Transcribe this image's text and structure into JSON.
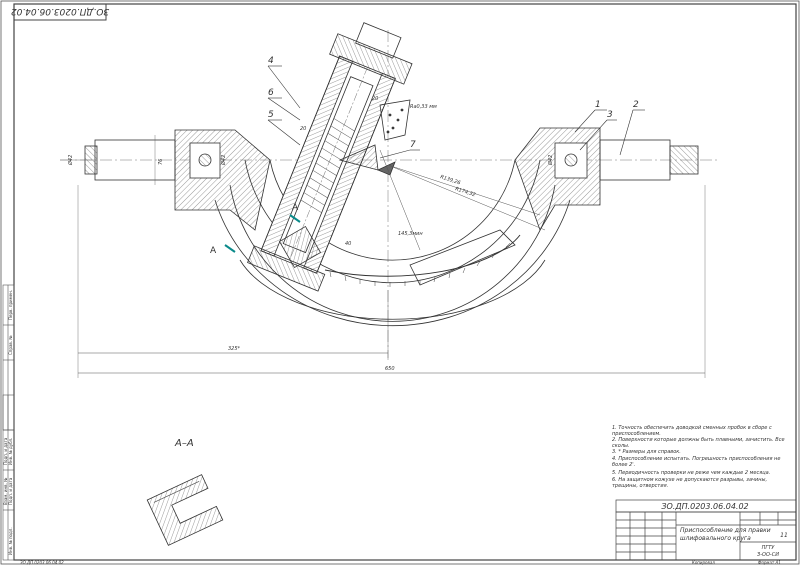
{
  "stamp": {
    "top_code": "ЗО.ДП.0203.06.04.02",
    "doc_code": "ЗО.ДП.0203.06.04.02",
    "title_line1": "Приспособление для правки",
    "title_line2": "шлифовального круга",
    "sheet": "11",
    "org_line1": "ПГТУ",
    "org_line2": "З-ОО-СИ",
    "bottom_left": "ЗО.ДП.0203.06.04.02",
    "bottom_center": "Копировал",
    "bottom_right": "Формат А1"
  },
  "callouts": [
    "1",
    "2",
    "3",
    "4",
    "5",
    "6",
    "7"
  ],
  "section_labels": {
    "main_a1": "А",
    "main_a2": "А",
    "section": "А–А"
  },
  "dimensions": {
    "total_length": "650",
    "half_length": "325*",
    "radius1": "R139,26",
    "radius2": "R174,32",
    "angle": "145,3мин",
    "roughness": "Ra0,33 мм",
    "left_h": "76",
    "left_d": "Ø42",
    "left_d2": "Ø42",
    "right_d": "Ø42",
    "small1": "20",
    "small2": "20",
    "small3": "40"
  },
  "notes": [
    "1. Точность обеспечить доводкой сменных пробок в сборе с приспособлением.",
    "2. Поверхности которые должны быть плавными, зачистить. Все сколы.",
    "3. * Размеры для справок.",
    "4. Приспособление испытать. Погрешность приспособления не более 2'.",
    "5. Периодичность проверки не реже чем каждые 2 месяца.",
    "6. На защитном кожухе не допускаются разрывы, зачины, трещины, отверстия."
  ],
  "side_labels": [
    "Перв. примен.",
    "Справ. №",
    "Подп. и дата",
    "Инв. № дубл.",
    "Взам. инв. №",
    "Подп. и дата",
    "Инв. № подл."
  ]
}
